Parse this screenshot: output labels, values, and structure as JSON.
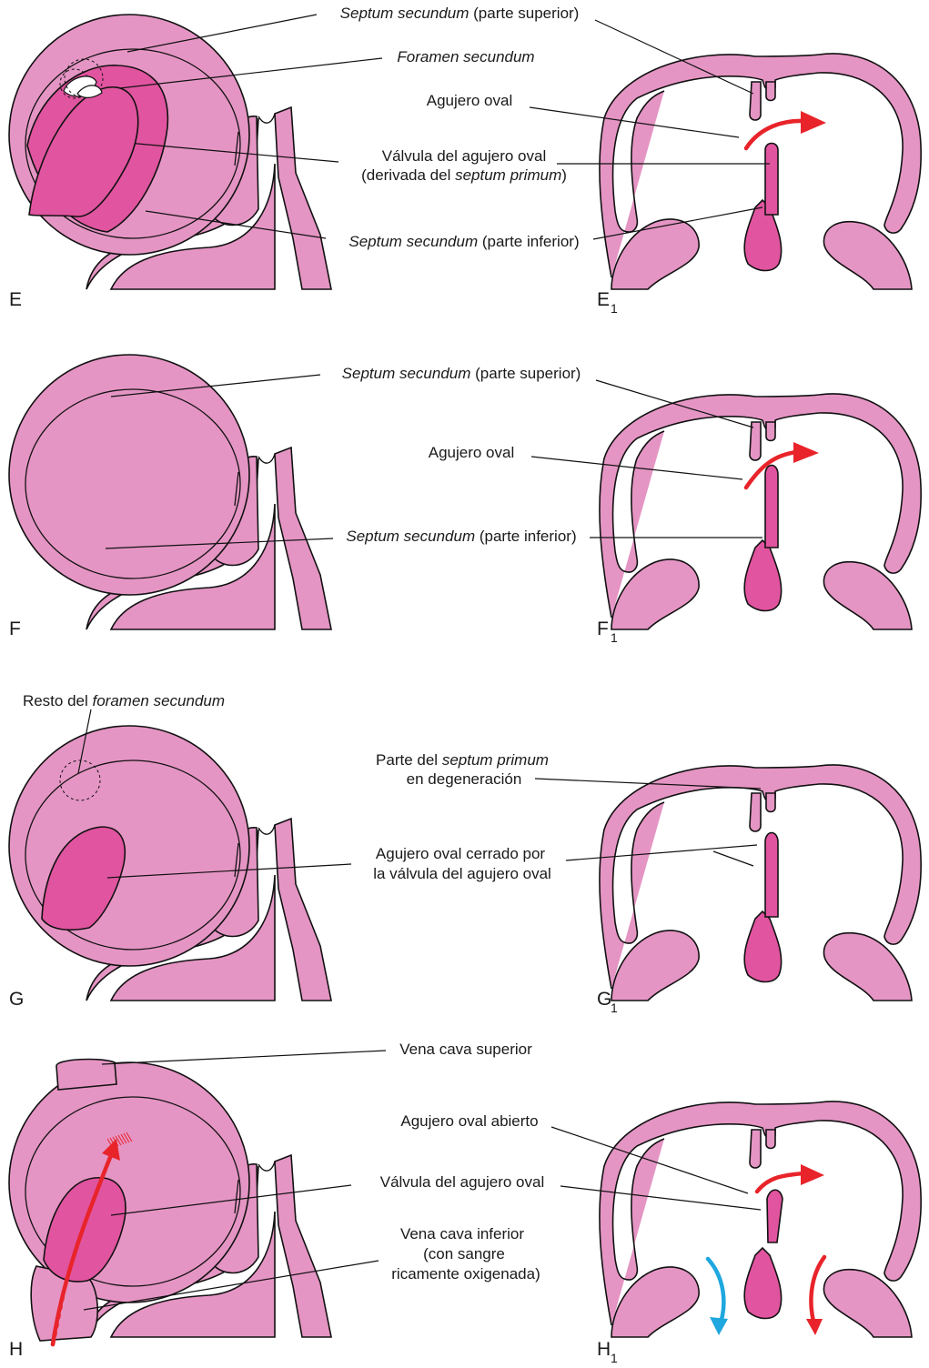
{
  "panels": [
    {
      "id": "E",
      "letter": "E",
      "section_letter": "E",
      "section_sub": "1",
      "labels": [
        {
          "parts": [
            {
              "t": "Septum secundum",
              "i": true
            },
            {
              "t": " (parte superior)",
              "i": false
            }
          ]
        },
        {
          "parts": [
            {
              "t": "Foramen secundum",
              "i": true
            }
          ]
        },
        {
          "parts": [
            {
              "t": "Agujero oval",
              "i": false
            }
          ]
        },
        {
          "parts": [
            {
              "t": "Válvula del agujero oval",
              "i": false
            }
          ]
        },
        {
          "parts": [
            {
              "t": "(derivada del ",
              "i": false
            },
            {
              "t": "septum primum",
              "i": true
            },
            {
              "t": ")",
              "i": false
            }
          ]
        },
        {
          "parts": [
            {
              "t": "Septum secundum",
              "i": true
            },
            {
              "t": " (parte inferior)",
              "i": false
            }
          ]
        }
      ]
    },
    {
      "id": "F",
      "letter": "F",
      "section_letter": "F",
      "section_sub": "1",
      "labels": [
        {
          "parts": [
            {
              "t": "Septum secundum",
              "i": true
            },
            {
              "t": " (parte superior)",
              "i": false
            }
          ]
        },
        {
          "parts": [
            {
              "t": "Agujero oval",
              "i": false
            }
          ]
        },
        {
          "parts": [
            {
              "t": "Septum secundum",
              "i": true
            },
            {
              "t": " (parte inferior)",
              "i": false
            }
          ]
        }
      ]
    },
    {
      "id": "G",
      "letter": "G",
      "section_letter": "G",
      "section_sub": "1",
      "labels": [
        {
          "parts": [
            {
              "t": "Resto del ",
              "i": false
            },
            {
              "t": "foramen secundum",
              "i": true
            }
          ]
        },
        {
          "parts": [
            {
              "t": "Parte del ",
              "i": false
            },
            {
              "t": "septum primum",
              "i": true
            }
          ]
        },
        {
          "parts": [
            {
              "t": "en degeneración",
              "i": false
            }
          ]
        },
        {
          "parts": [
            {
              "t": "Agujero oval cerrado por",
              "i": false
            }
          ]
        },
        {
          "parts": [
            {
              "t": "la válvula del agujero oval",
              "i": false
            }
          ]
        }
      ]
    },
    {
      "id": "H",
      "letter": "H",
      "section_letter": "H",
      "section_sub": "1",
      "labels": [
        {
          "parts": [
            {
              "t": "Vena cava superior",
              "i": false
            }
          ]
        },
        {
          "parts": [
            {
              "t": "Agujero oval abierto",
              "i": false
            }
          ]
        },
        {
          "parts": [
            {
              "t": "Válvula del agujero oval",
              "i": false
            }
          ]
        },
        {
          "parts": [
            {
              "t": "Vena cava inferior",
              "i": false
            }
          ]
        },
        {
          "parts": [
            {
              "t": "(con sangre",
              "i": false
            }
          ]
        },
        {
          "parts": [
            {
              "t": "ricamente oxigenada)",
              "i": false
            }
          ]
        }
      ]
    }
  ],
  "colors": {
    "heart_pink": "#e595c4",
    "valve_magenta": "#e1549f",
    "oxygenated_flow": "#e8242a",
    "deoxygenated_flow": "#1fa7df",
    "outline": "#111111"
  }
}
